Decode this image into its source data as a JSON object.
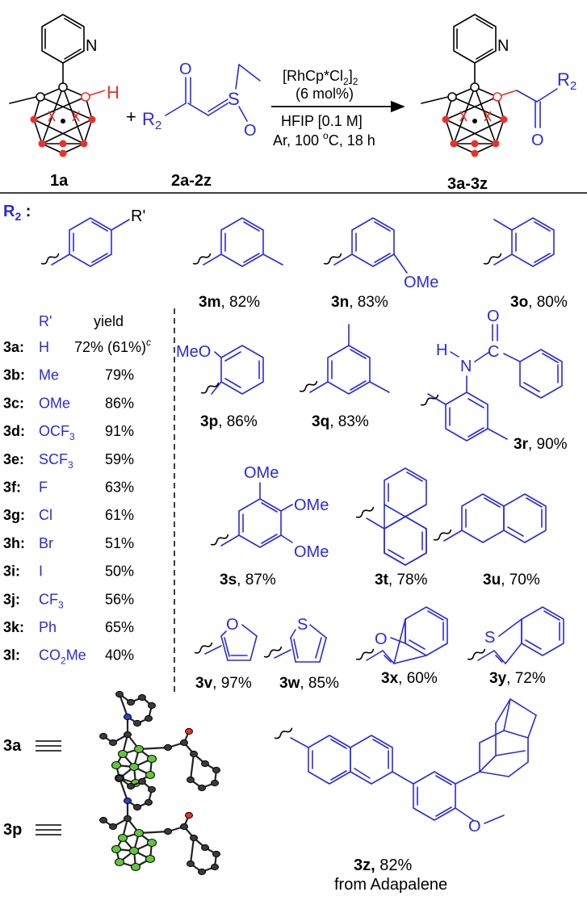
{
  "reaction": {
    "reagent_1_label": "1a",
    "reagent_2_label": "2a-2z",
    "product_label": "3a-3z",
    "h_atom": "H",
    "n_atom": "N",
    "o_atom": "O",
    "s_atom": "S",
    "r2": "R",
    "r2_sub": "2",
    "plus": "+",
    "conditions": {
      "catalyst_main": "[RhCp*Cl",
      "catalyst_sub": "2",
      "catalyst_close": "]",
      "catalyst_sub2": "2",
      "loading": "(6 mol%)",
      "solvent": "HFIP [0.1 M]",
      "atm": "Ar, 100 ",
      "deg": "o",
      "temp_unit": "C, 18 h"
    }
  },
  "r2_header": {
    "main": "R",
    "sub": "2",
    "colon": " :"
  },
  "para_table": {
    "r_prime": "R'",
    "col_r": "R'",
    "col_yield": "yield",
    "rows": [
      {
        "id": "3a:",
        "r": "H",
        "yield": "72% (61%)",
        "note": "c"
      },
      {
        "id": "3b:",
        "r": "Me",
        "yield": "79%"
      },
      {
        "id": "3c:",
        "r": "OMe",
        "yield": "86%"
      },
      {
        "id": "3d:",
        "r": "OCF",
        "rsub": "3",
        "yield": "91%"
      },
      {
        "id": "3e:",
        "r": "SCF",
        "rsub": "3",
        "yield": "59%"
      },
      {
        "id": "3f:",
        "r": "F",
        "yield": "63%"
      },
      {
        "id": "3g:",
        "r": "Cl",
        "yield": "61%"
      },
      {
        "id": "3h:",
        "r": "Br",
        "yield": "51%"
      },
      {
        "id": "3i:",
        "r": "I",
        "yield": "50%"
      },
      {
        "id": "3j:",
        "r": "CF",
        "rsub": "3",
        "yield": "56%"
      },
      {
        "id": "3k:",
        "r": "Ph",
        "yield": "65%"
      },
      {
        "id": "3l:",
        "r": "CO",
        "rsub": "2",
        "rtail": "Me",
        "yield": "40%"
      }
    ]
  },
  "products": [
    {
      "id": "3m",
      "yield": ", 82%"
    },
    {
      "id": "3n",
      "yield": ", 83%"
    },
    {
      "id": "3o",
      "yield": ", 80%"
    },
    {
      "id": "3p",
      "yield": ", 86%"
    },
    {
      "id": "3q",
      "yield": ", 83%"
    },
    {
      "id": "3r",
      "yield": ", 90%"
    },
    {
      "id": "3s",
      "yield": ", 87%"
    },
    {
      "id": "3t",
      "yield": ", 78%"
    },
    {
      "id": "3u",
      "yield": ", 70%"
    },
    {
      "id": "3v",
      "yield": ", 97%"
    },
    {
      "id": "3w",
      "yield": ", 85%"
    },
    {
      "id": "3x",
      "yield": ", 60%"
    },
    {
      "id": "3y",
      "yield": ", 72%"
    }
  ],
  "substituents": {
    "ome": "OMe",
    "meo": "MeO",
    "h": "H",
    "n": "N",
    "o": "O"
  },
  "crystal": {
    "label_a": "3a",
    "label_p": "3p"
  },
  "adapalene": {
    "id": "3z,",
    "yield": " 82%",
    "source": "from Adapalene"
  },
  "colors": {
    "black": "#000000",
    "blue": "#2b2bd6",
    "red": "#e8312a",
    "green": "#5ec73a"
  }
}
